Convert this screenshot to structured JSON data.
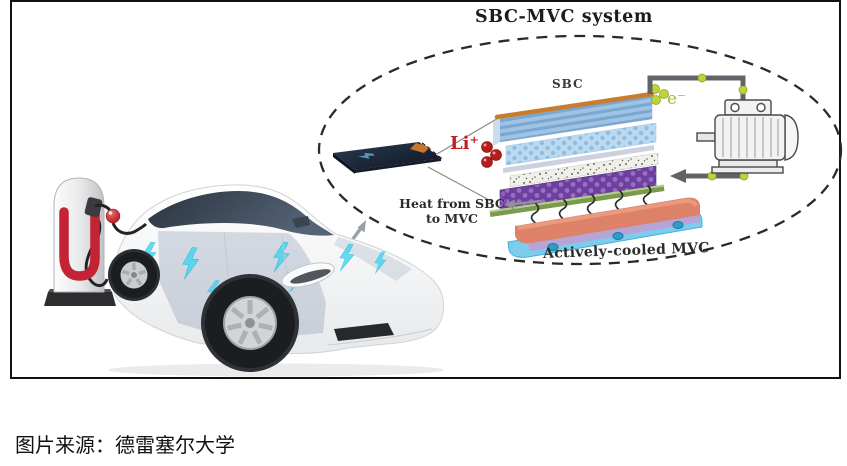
{
  "figure": {
    "title": "SBC-MVC system",
    "sbc_label": "SBC",
    "li_ion_label": "Li⁺",
    "electron_label": "e⁻",
    "heat_label_line1": "Heat from SBC",
    "heat_label_line2": "to MVC",
    "mvc_label": "Actively-cooled MVC",
    "colors": {
      "collector_orange": "#c97c2d",
      "electron_green": "#bfd23a",
      "li_ion_red": "#c02020",
      "cathode_blue": "#9fc3e4",
      "anode_purple": "#6d3f9e",
      "mvc_plate_salmon": "#dd8168",
      "mvc_plate_blue": "#7bcdeb",
      "wire_gray": "#606468",
      "boundary_dash": "#2a2a2a",
      "charger_red": "#c32333",
      "bolt_cyan": "#3fd4f2"
    }
  },
  "caption": "图片来源：德雷塞尔大学"
}
